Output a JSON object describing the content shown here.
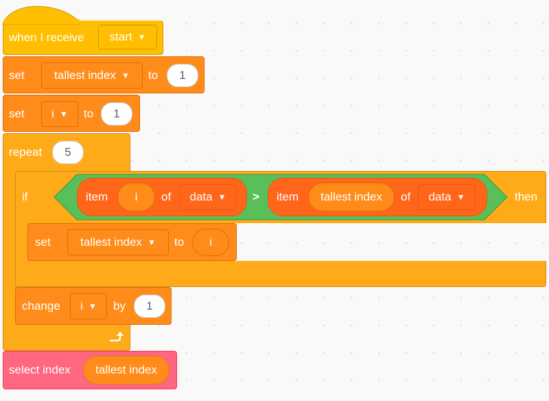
{
  "hat": {
    "label": "when I receive",
    "message": "start"
  },
  "set_tallest": {
    "set": "set",
    "variable": "tallest index",
    "to": "to",
    "value": "1"
  },
  "set_i": {
    "set": "set",
    "variable": "i",
    "to": "to",
    "value": "1"
  },
  "repeat": {
    "label": "repeat",
    "count": "5"
  },
  "if_block": {
    "if": "if",
    "then": "then",
    "gt": ">",
    "left": {
      "item": "item",
      "index": "i",
      "of": "of",
      "list": "data"
    },
    "right": {
      "item": "item",
      "index": "tallest index",
      "of": "of",
      "list": "data"
    }
  },
  "inner_set": {
    "set": "set",
    "variable": "tallest index",
    "to": "to",
    "value": "i"
  },
  "change_i": {
    "label": "change",
    "variable": "i",
    "by": "by",
    "value": "1"
  },
  "select": {
    "label": "select index",
    "value": "tallest index"
  },
  "icons": {
    "dropdown": "triangle-down",
    "loop": "loop-arrow"
  },
  "colors": {
    "events": "#ffbf00",
    "variables": "#ff8c1a",
    "control": "#ffab19",
    "operators": "#59c059",
    "lists": "#ff661a",
    "custom": "#ff6680"
  }
}
